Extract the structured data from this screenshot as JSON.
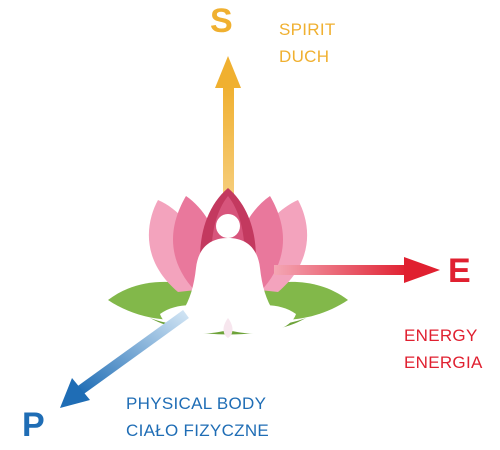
{
  "axes": {
    "spirit": {
      "letter": "S",
      "lines": [
        "SPIRIT",
        "DUCH"
      ],
      "color": "#f0b030"
    },
    "energy": {
      "letter": "E",
      "lines": [
        "ENERGY",
        "ENERGIA"
      ],
      "color": "#e02030"
    },
    "physical": {
      "letter": "P",
      "lines": [
        "PHYSICAL BODY",
        "CIAŁO FIZYCZNE"
      ],
      "color": "#1f6db5"
    }
  },
  "palette": {
    "lotus_pink": "#e9789c",
    "lotus_light": "#f3a3bd",
    "lotus_dark": "#c3395f",
    "leaf_green": "#82b84a",
    "figure": "#ffffff"
  },
  "icons": {
    "lotus": "lotus-icon",
    "figure": "meditating-figure-icon"
  }
}
